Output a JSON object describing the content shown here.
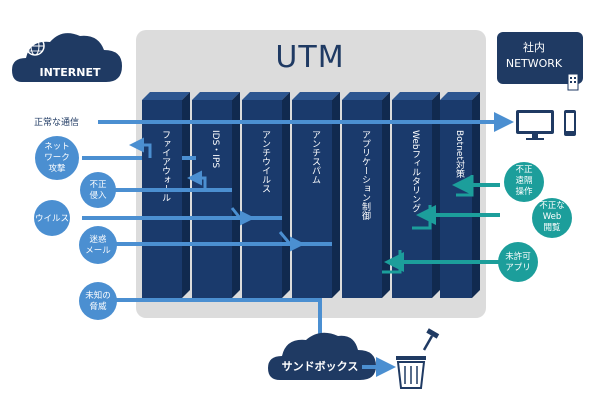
{
  "title": "UTM",
  "internet": {
    "label": "INTERNET"
  },
  "company_network": {
    "line1": "社内",
    "line2": "NETWORK"
  },
  "layers": [
    {
      "label": "ファイアウォール"
    },
    {
      "label": "IDS・IPS"
    },
    {
      "label": "アンチウイルス"
    },
    {
      "label": "アンチスパム"
    },
    {
      "label": "アプリケーション制御"
    },
    {
      "label": "Webフィルタリング"
    },
    {
      "label": "Botnet対策"
    }
  ],
  "inputs": {
    "normal": "正常な通信",
    "network_attack": [
      "ネット",
      "ワーク",
      "攻撃"
    ],
    "intrusion": [
      "不正",
      "侵入"
    ],
    "virus": "ウイルス",
    "spam": [
      "迷惑",
      "メール"
    ],
    "unknown": [
      "未知の",
      "脅威"
    ]
  },
  "outputs": {
    "remote": [
      "不正",
      "遠隔",
      "操作"
    ],
    "web": [
      "不正な",
      "Web",
      "閲覧"
    ],
    "app": [
      "未許可",
      "アプリ"
    ]
  },
  "sandbox": {
    "label": "サンドボックス"
  },
  "colors": {
    "navy": "#1f3a63",
    "blue": "#4b8fd1",
    "teal": "#1c9e9b",
    "panel": "#d9d9d9",
    "layer": "#1a3a6c"
  },
  "icons": {
    "globe": "globe-icon",
    "building": "building-icon",
    "monitor": "monitor-icon",
    "phone": "smartphone-icon",
    "trash": "trash-icon",
    "hammer": "hammer-icon"
  }
}
